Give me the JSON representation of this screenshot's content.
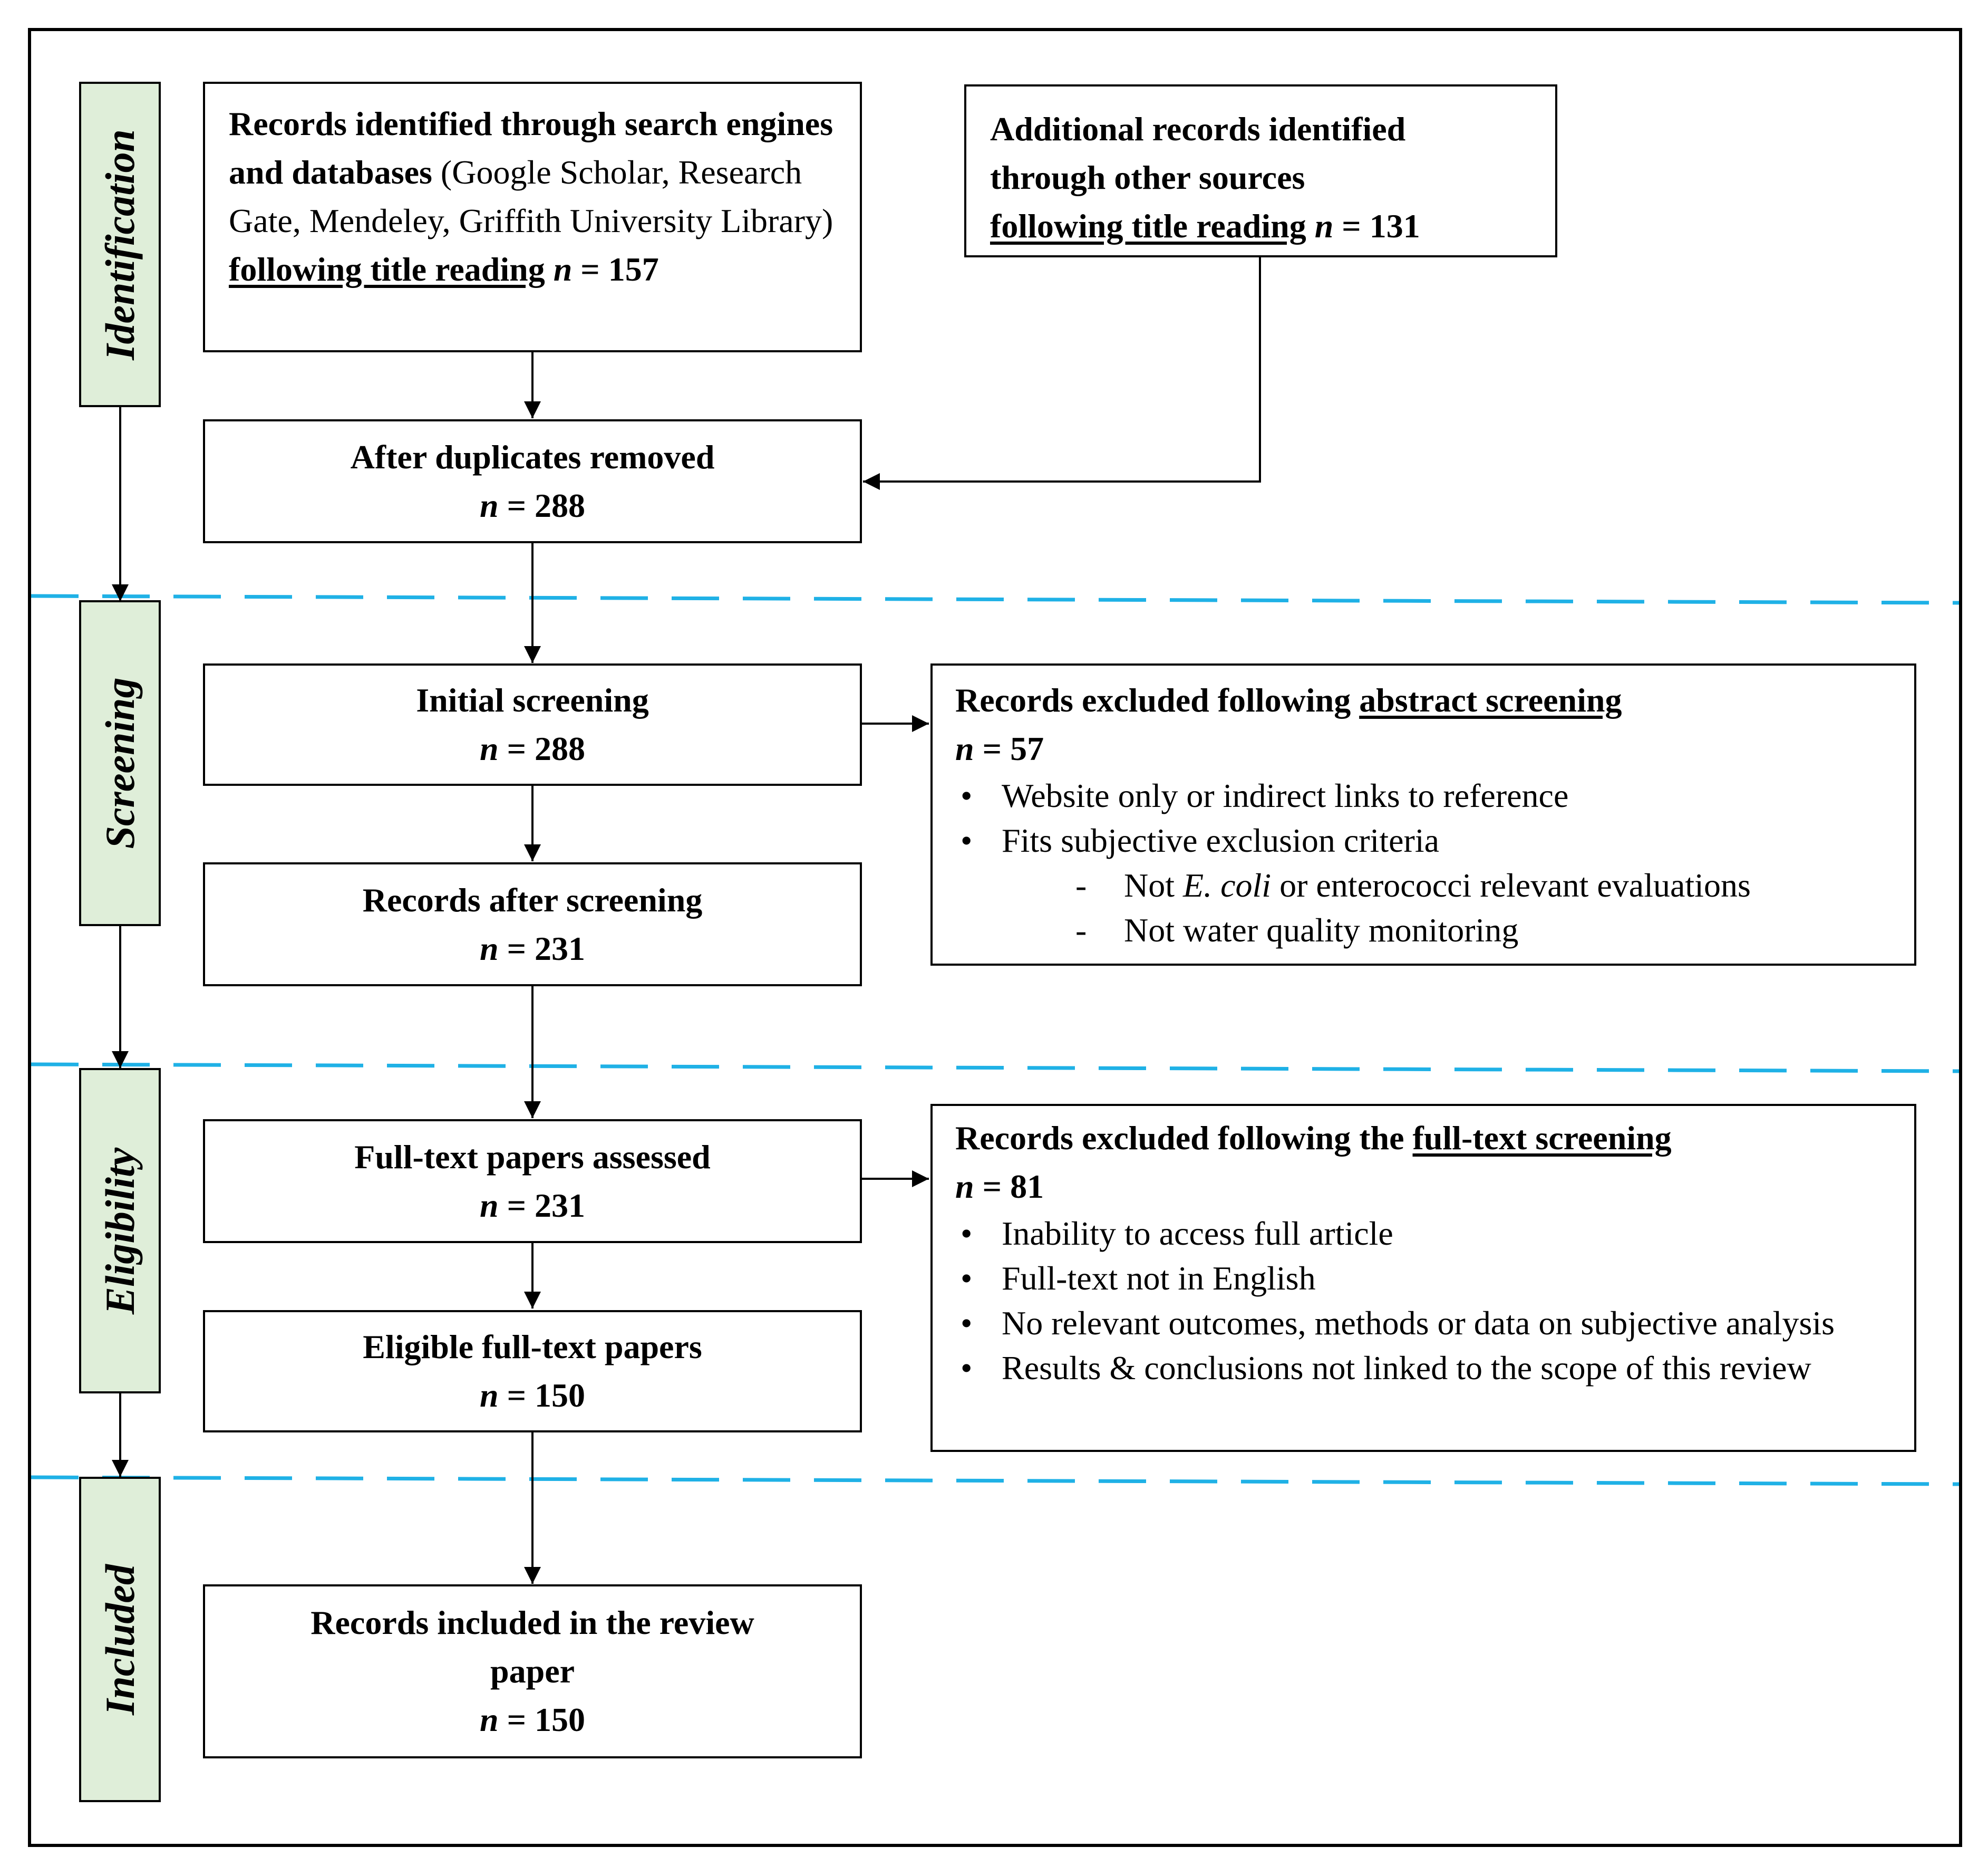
{
  "stages": {
    "identification": "Identification",
    "screening": "Screening",
    "eligibility": "Eligibility",
    "included": "Included"
  },
  "records_identified": {
    "bold_text": "Records identified through search engines and databases",
    "sources": " (Google Scholar, Research Gate, Mendeley, Griffith University Library)",
    "following": "following title reading",
    "n_label": "n",
    "n_value": " = 157"
  },
  "additional_records": {
    "line1": "Additional records identified",
    "line2": "through other sources",
    "following": "following title reading",
    "n_label": "n",
    "n_value": " = 131"
  },
  "after_duplicates": {
    "title": "After duplicates removed",
    "n_label": "n",
    "n_value": " = 288"
  },
  "initial_screening": {
    "title": "Initial screening",
    "n_label": "n",
    "n_value": " = 288"
  },
  "records_after_screening": {
    "title": "Records after screening",
    "n_label": "n",
    "n_value": " = 231"
  },
  "full_text_assessed": {
    "title": "Full-text papers assessed",
    "n_label": "n",
    "n_value": " = 231"
  },
  "eligible_full_text": {
    "title": "Eligible full-text papers",
    "n_label": "n",
    "n_value": " = 150"
  },
  "included_records": {
    "title": "Records included in the review paper",
    "n_label": "n",
    "n_value": " = 150"
  },
  "excluded_abstract": {
    "title_prefix": "Records excluded following ",
    "title_underlined": "abstract screening",
    "n_label": "n",
    "n_value": " = 57",
    "bullet1": "Website only or indirect links to reference",
    "bullet2": "Fits subjective exclusion criteria",
    "sub1_prefix": "Not ",
    "sub1_italic": "E. coli",
    "sub1_suffix": " or enterococci relevant evaluations",
    "sub2": "Not water quality monitoring"
  },
  "excluded_fulltext": {
    "title_prefix": "Records excluded following the ",
    "title_underlined": "full-text screening",
    "n_label": "n",
    "n_value": " = 81",
    "bullets": [
      "Inability to access full article",
      "Full-text not in English",
      "No relevant outcomes, methods or data on subjective analysis",
      "Results & conclusions not linked to the scope of this review"
    ]
  },
  "colors": {
    "stage_fill": "#dfeed9",
    "divider": "#1fb1e6",
    "line": "#000000"
  }
}
